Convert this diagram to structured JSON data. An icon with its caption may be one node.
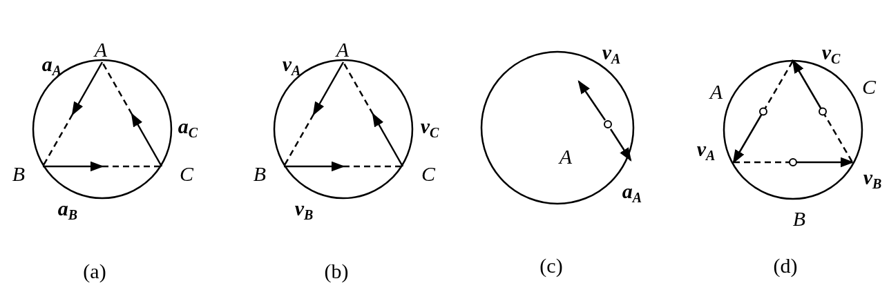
{
  "diagram": {
    "labels": [
      "A",
      "a$_{A}$",
      "a$_{C}$",
      "B",
      "C",
      "a$_{B}$",
      "(a)",
      "A",
      "v$_{A}$",
      "v$_{C}$",
      "B",
      "C",
      "v$_{B}$",
      "(b)",
      "v$_{A}$",
      "A",
      "a$_{A}$",
      "(c)",
      "v$_{C}$",
      "A",
      "C",
      "v$_{A}$",
      "v$_{B}$",
      "B",
      "(d)"
    ]
  }
}
